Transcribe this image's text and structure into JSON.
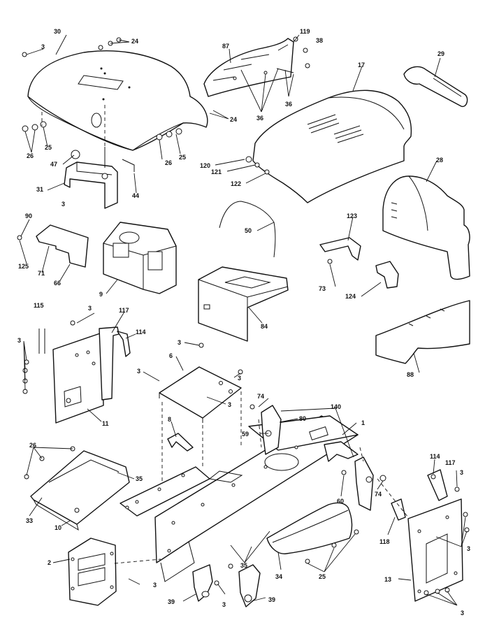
{
  "diagram": {
    "callouts": [
      {
        "id": "c-30a",
        "text": "30"
      },
      {
        "id": "c-24a",
        "text": "24"
      },
      {
        "id": "c-3a",
        "text": "3"
      },
      {
        "id": "c-26a",
        "text": "26"
      },
      {
        "id": "c-25a",
        "text": "25"
      },
      {
        "id": "c-47",
        "text": "47"
      },
      {
        "id": "c-31",
        "text": "31"
      },
      {
        "id": "c-3b",
        "text": "3"
      },
      {
        "id": "c-44",
        "text": "44"
      },
      {
        "id": "c-24b",
        "text": "24"
      },
      {
        "id": "c-26b",
        "text": "26"
      },
      {
        "id": "c-25b",
        "text": "25"
      },
      {
        "id": "c-87",
        "text": "87"
      },
      {
        "id": "c-119",
        "text": "119"
      },
      {
        "id": "c-38",
        "text": "38"
      },
      {
        "id": "c-36a",
        "text": "36"
      },
      {
        "id": "c-36b",
        "text": "36"
      },
      {
        "id": "c-17",
        "text": "17"
      },
      {
        "id": "c-29",
        "text": "29"
      },
      {
        "id": "c-120",
        "text": "120"
      },
      {
        "id": "c-121",
        "text": "121"
      },
      {
        "id": "c-122",
        "text": "122"
      },
      {
        "id": "c-28",
        "text": "28"
      },
      {
        "id": "c-90",
        "text": "90"
      },
      {
        "id": "c-125",
        "text": "125"
      },
      {
        "id": "c-71",
        "text": "71"
      },
      {
        "id": "c-66",
        "text": "66"
      },
      {
        "id": "c-9",
        "text": "9"
      },
      {
        "id": "c-50",
        "text": "50"
      },
      {
        "id": "c-123",
        "text": "123"
      },
      {
        "id": "c-73",
        "text": "73"
      },
      {
        "id": "c-124",
        "text": "124"
      },
      {
        "id": "c-84",
        "text": "84"
      },
      {
        "id": "c-88",
        "text": "88"
      },
      {
        "id": "c-115",
        "text": "115"
      },
      {
        "id": "c-3c",
        "text": "3"
      },
      {
        "id": "c-117a",
        "text": "117"
      },
      {
        "id": "c-114a",
        "text": "114"
      },
      {
        "id": "c-3d",
        "text": "3"
      },
      {
        "id": "c-11",
        "text": "11"
      },
      {
        "id": "c-3e",
        "text": "3"
      },
      {
        "id": "c-3f",
        "text": "3"
      },
      {
        "id": "c-6",
        "text": "6"
      },
      {
        "id": "c-3g",
        "text": "3"
      },
      {
        "id": "c-3h",
        "text": "3"
      },
      {
        "id": "c-8",
        "text": "8"
      },
      {
        "id": "c-74a",
        "text": "74"
      },
      {
        "id": "c-140",
        "text": "140"
      },
      {
        "id": "c-80",
        "text": "80"
      },
      {
        "id": "c-59",
        "text": "59"
      },
      {
        "id": "c-1",
        "text": "1"
      },
      {
        "id": "c-26c",
        "text": "26"
      },
      {
        "id": "c-35a",
        "text": "35"
      },
      {
        "id": "c-33",
        "text": "33"
      },
      {
        "id": "c-10",
        "text": "10"
      },
      {
        "id": "c-60",
        "text": "60"
      },
      {
        "id": "c-74b",
        "text": "74"
      },
      {
        "id": "c-114b",
        "text": "114"
      },
      {
        "id": "c-117b",
        "text": "117"
      },
      {
        "id": "c-3i",
        "text": "3"
      },
      {
        "id": "c-118",
        "text": "118"
      },
      {
        "id": "c-3j",
        "text": "3"
      },
      {
        "id": "c-35b",
        "text": "35"
      },
      {
        "id": "c-34",
        "text": "34"
      },
      {
        "id": "c-25c",
        "text": "25"
      },
      {
        "id": "c-2",
        "text": "2"
      },
      {
        "id": "c-3k",
        "text": "3"
      },
      {
        "id": "c-39a",
        "text": "39"
      },
      {
        "id": "c-3l",
        "text": "3"
      },
      {
        "id": "c-39b",
        "text": "39"
      },
      {
        "id": "c-13",
        "text": "13"
      },
      {
        "id": "c-3m",
        "text": "3"
      }
    ]
  }
}
